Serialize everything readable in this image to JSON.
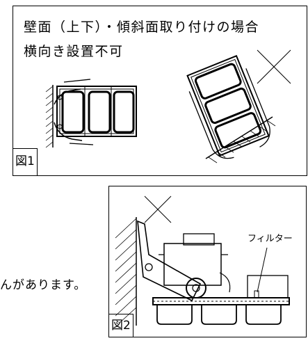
{
  "figure1": {
    "title_line1": "壁面（上下）・傾斜面取り付けの場合",
    "title_line2": "横向き設置不可",
    "label": "図1",
    "mark": "×"
  },
  "figure2": {
    "filter_label": "フィルター",
    "label": "図2",
    "mark": "×"
  },
  "side_text": "んがあります。"
}
